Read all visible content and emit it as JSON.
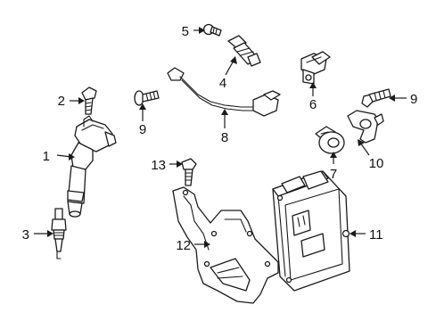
{
  "callouts": {
    "c1": "1",
    "c2": "2",
    "c3": "3",
    "c4": "4",
    "c5": "5",
    "c6": "6",
    "c7": "7",
    "c8": "8",
    "c9a": "9",
    "c9b": "9",
    "c10": "10",
    "c11": "11",
    "c12": "12",
    "c13": "13"
  }
}
